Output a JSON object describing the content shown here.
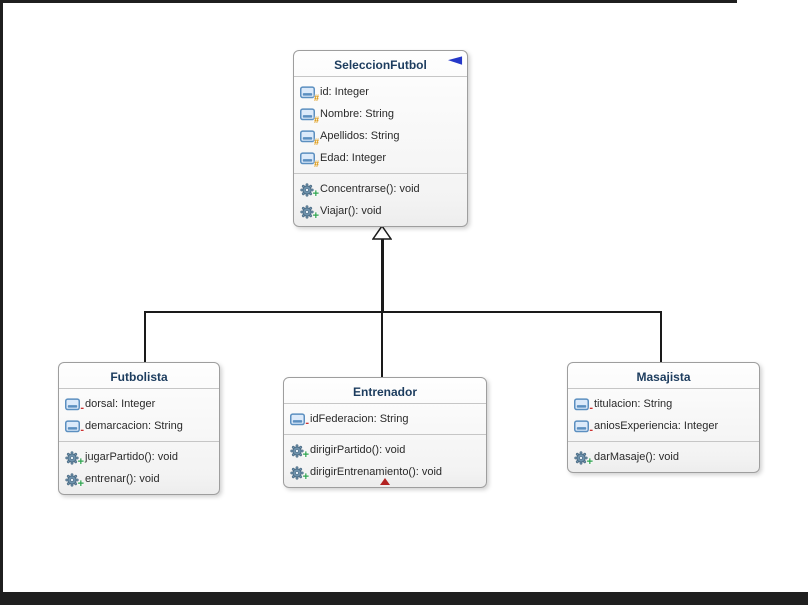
{
  "diagram": {
    "type": "uml-class-diagram",
    "classes": [
      {
        "name": "SeleccionFutbol",
        "attributes": [
          {
            "text": "id: Integer",
            "visibility": "protected"
          },
          {
            "text": "Nombre: String",
            "visibility": "protected"
          },
          {
            "text": "Apellidos: String",
            "visibility": "protected"
          },
          {
            "text": "Edad: Integer",
            "visibility": "protected"
          }
        ],
        "methods": [
          {
            "text": "Concentrarse(): void",
            "visibility": "public"
          },
          {
            "text": "Viajar(): void",
            "visibility": "public"
          }
        ]
      },
      {
        "name": "Futbolista",
        "attributes": [
          {
            "text": "dorsal: Integer",
            "visibility": "private"
          },
          {
            "text": "demarcacion: String",
            "visibility": "private"
          }
        ],
        "methods": [
          {
            "text": "jugarPartido(): void",
            "visibility": "public"
          },
          {
            "text": "entrenar(): void",
            "visibility": "public"
          }
        ]
      },
      {
        "name": "Entrenador",
        "attributes": [
          {
            "text": "idFederacion: String",
            "visibility": "private"
          }
        ],
        "methods": [
          {
            "text": "dirigirPartido(): void",
            "visibility": "public"
          },
          {
            "text": "dirigirEntrenamiento(): void",
            "visibility": "public"
          }
        ]
      },
      {
        "name": "Masajista",
        "attributes": [
          {
            "text": "titulacion: String",
            "visibility": "private"
          },
          {
            "text": "aniosExperiencia: Integer",
            "visibility": "private"
          }
        ],
        "methods": [
          {
            "text": "darMasaje(): void",
            "visibility": "public"
          }
        ]
      }
    ],
    "relation": {
      "type": "generalization",
      "parent": "SeleccionFutbol",
      "children": [
        "Futbolista",
        "Entrenador",
        "Masajista"
      ]
    }
  },
  "visibility_glyphs": {
    "protected": "#",
    "private": "-",
    "public": "+"
  },
  "colors": {
    "class_title_text": "#1c3c5e",
    "member_text": "#2a2a2a",
    "box_border": "#9e9e9e",
    "corner_flag": "#2538c8",
    "warning_marker": "#b22222",
    "field_icon": "#5b8fc0",
    "gear_icon": "#6f93ad",
    "visibility_protected": "#d89000",
    "visibility_private": "#cc3333",
    "visibility_public": "#2ea44f",
    "edge_line": "#1a1a1a"
  }
}
